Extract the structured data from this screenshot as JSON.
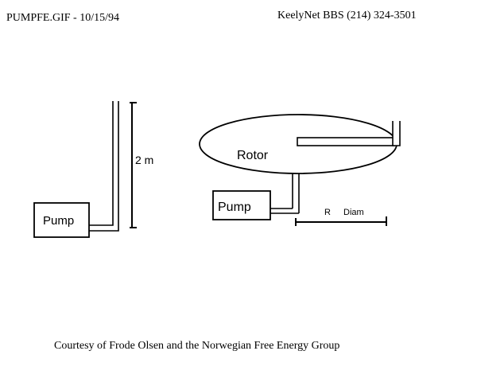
{
  "header": {
    "filename": "PUMPFE.GIF - 10/15/94",
    "source": "KeelyNet BBS (214) 324-3501"
  },
  "left_diagram": {
    "pump_label": "Pump",
    "height_label": "2 m"
  },
  "right_diagram": {
    "rotor_label": "Rotor",
    "pump_label": "Pump",
    "radius_label": "R",
    "diameter_label": "Diam"
  },
  "footer": {
    "credit": "Courtesy of Frode Olsen and the Norwegian Free Energy Group"
  },
  "colors": {
    "ink": "#000000",
    "background": "#ffffff"
  }
}
